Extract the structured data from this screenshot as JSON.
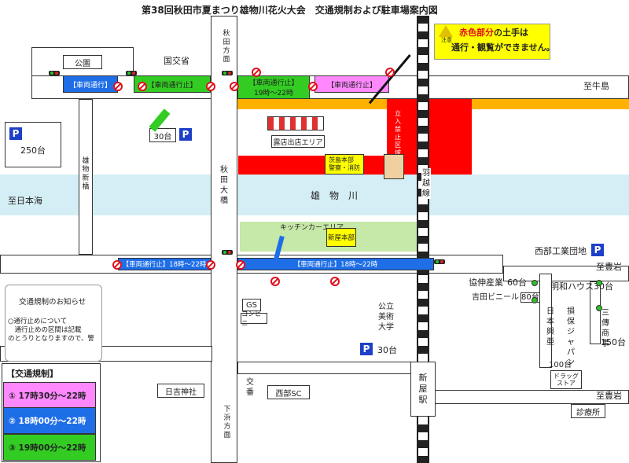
{
  "title": "第38回秋田市夏まつり雄物川花火大会　交通規制および駐車場案内図",
  "caution": {
    "icon_label": "注意",
    "line1_red": "赤色部分",
    "line1_rest": "の土手は",
    "line2": "通行・観覧ができません。"
  },
  "closures": {
    "top_blue": "【車両通行】",
    "top_green_left": "【車両通行止】",
    "top_green_right": "【車両通行止】",
    "top_green_time": "19時～22時",
    "top_pink": "【車両通行止】",
    "bottom_left": "【車両通行止】18時～22時",
    "bottom_right": "【車両通行止】18時～22時"
  },
  "labels": {
    "park": "公園",
    "kokukan": "国交省",
    "akita_direction": "秋田方面",
    "to_ushijima": "至牛島",
    "to_nihonkai": "至日本海",
    "river": "雄　物　川",
    "akita_bridge": "秋田大橋",
    "omono_shinbashi": "雄物新橋",
    "stall_area": "露店出店エリア",
    "hq": "茨島本部\n警察・消防",
    "no_entry": "立入禁止区域",
    "kitchen_car": "キッチンカーエリア",
    "shinya_hq": "新屋本部",
    "seibu_kogyo": "西部工業団地",
    "to_toyoiwa_1": "至豊岩",
    "to_toyoiwa_2": "至豊岩",
    "kyoshin": "協伸産業",
    "kyoshin_cap": "60台",
    "yoshida": "吉田ビニール",
    "yoshida_cap": "80台",
    "meiwa": "明和ハウス",
    "meiwa_cap": "30台",
    "nihon_kogyo": "日本興亜",
    "sompo": "損保ジャパン",
    "mitsukoshi": "三傳商事",
    "mitsukoshi_cap": "150台",
    "drugstore": "ドラッグストア",
    "drugstore_cap": "100台",
    "clinic": "診療所",
    "gs": "GS",
    "konbini": "コンビニ",
    "bijutsu": "公立美術大学",
    "bijutsu_cap": "30台",
    "hiyoshi": "日吉神社",
    "koban": "交番",
    "seibu_sc": "西部SC",
    "shimohama": "下浜方面",
    "shinya_station": "新屋駅",
    "ugo_line": "羽越線"
  },
  "parking": {
    "lot_250": "250台",
    "lot_30": "30台",
    "p_symbol": "P"
  },
  "notice": {
    "title": "交通規制のお知らせ",
    "body": "○通行止めについて\n　通行止めの区間は記載\nのとうりとなりますので、警"
  },
  "legend": {
    "heading": "【交通規制】",
    "items": [
      {
        "label": "① 17時30分～22時",
        "color": "#ff88ff"
      },
      {
        "label": "② 18時00分～22時",
        "color": "#1e6ee8"
      },
      {
        "label": "③ 19時00分～22時",
        "color": "#33cc22"
      }
    ]
  },
  "colors": {
    "river": "#d4eef5",
    "red_zone": "#ff0000",
    "orange_bank": "#ffb000",
    "blue_closure": "#1e6ee8",
    "green_closure": "#33cc22",
    "pink_closure": "#ff88ff",
    "kitchen_area": "#c6e8a8",
    "caution_bg": "#ffff00",
    "parking_blue": "#1e40c8"
  }
}
